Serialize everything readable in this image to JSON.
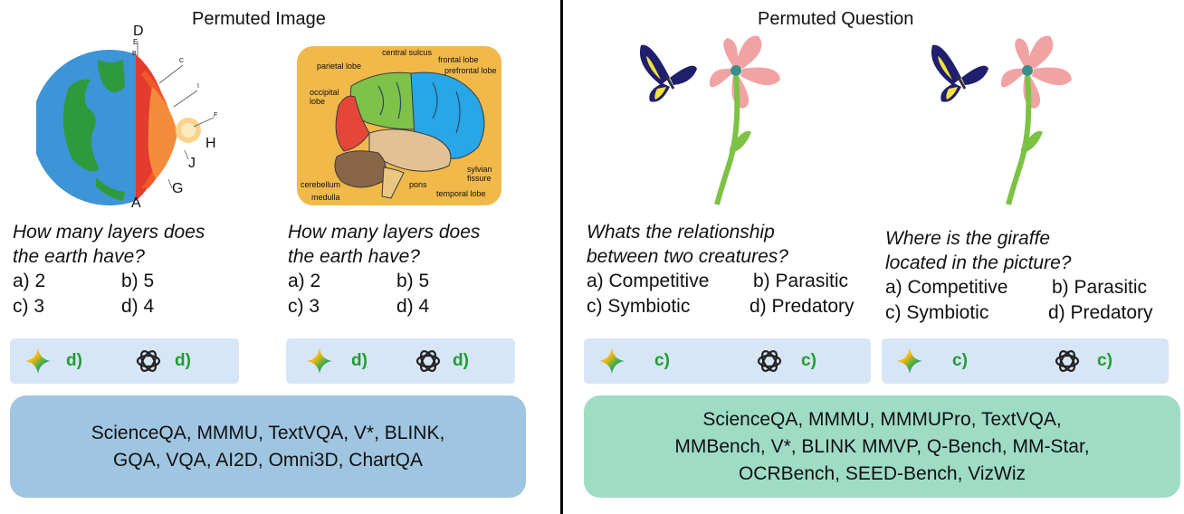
{
  "left_section": {
    "title": "Permuted Image",
    "earth_labels": [
      "D",
      "E",
      "B",
      "C",
      "I",
      "F",
      "H",
      "J",
      "G",
      "A"
    ],
    "brain_labels": [
      "central sulcus",
      "frontal lobe",
      "parietal lobe",
      "prefrontal lobe",
      "occipital lobe",
      "sylvian fissure",
      "cerebellum",
      "pons",
      "temporal lobe",
      "medulla"
    ],
    "panels": [
      {
        "question": [
          "How many layers does",
          "the earth have?"
        ],
        "options": [
          "a) 2",
          "b) 5",
          "c) 3",
          "d) 4"
        ],
        "answers": [
          "d)",
          "d)"
        ]
      },
      {
        "question": [
          "How many layers does",
          "the earth have?"
        ],
        "options": [
          "a) 2",
          "b) 5",
          "c) 3",
          "d) 4"
        ],
        "answers": [
          "d)",
          "d)"
        ]
      }
    ],
    "benchmarks": [
      "ScienceQA, MMMU, TextVQA, V*,  BLINK,",
      "GQA, VQA, AI2D, Omni3D, ChartQA"
    ]
  },
  "right_section": {
    "title": "Permuted Question",
    "panels": [
      {
        "question": [
          "Whats the relationship",
          "between two creatures?"
        ],
        "options": [
          "a) Competitive",
          "b) Parasitic",
          "c) Symbiotic",
          "d) Predatory"
        ],
        "answers": [
          "c)",
          "c)"
        ]
      },
      {
        "question": [
          "Where is the giraffe",
          "located in the picture?"
        ],
        "options": [
          "a) Competitive",
          "b) Parasitic",
          "c) Symbiotic",
          "d) Predatory"
        ],
        "answers": [
          "c)",
          "c)"
        ]
      }
    ],
    "benchmarks": [
      "ScienceQA, MMMU, MMMUPro, TextVQA,",
      "MMBench, V*, BLINK MMVP, Q-Bench, MM-Star,",
      "OCRBench, SEED-Bench, VizWiz"
    ]
  },
  "icons": [
    "gemini-icon",
    "chatgpt-icon",
    "earth-layers-icon",
    "brain-icon",
    "butterfly-icon",
    "flower-icon"
  ],
  "colors": {
    "answer_green": "#1f9d2f",
    "answer_bar": "#d7e6f7",
    "bench_blue": "#9fc5e0",
    "bench_green": "#9fdcc5"
  }
}
